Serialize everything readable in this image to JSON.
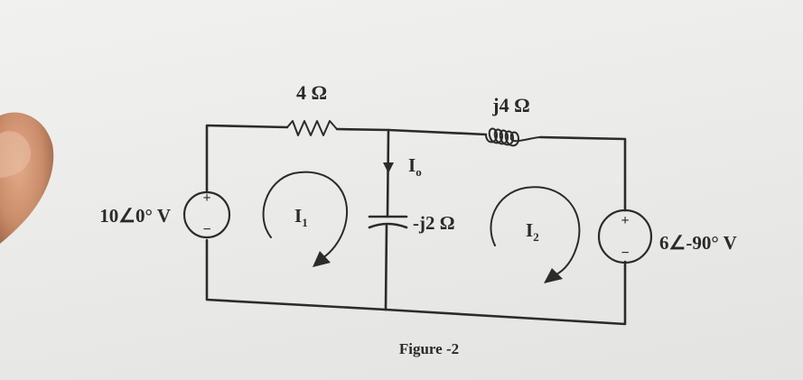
{
  "figure_caption": "Figure -2",
  "components": {
    "resistor": {
      "label": "4 Ω"
    },
    "inductor": {
      "label": "j4 Ω"
    },
    "capacitor": {
      "label": "-j2 Ω"
    },
    "source_left": {
      "label": "10∠0° V",
      "plus": "+",
      "minus": "−"
    },
    "source_right": {
      "label": "6∠-90° V",
      "plus": "+",
      "minus": "−"
    }
  },
  "currents": {
    "branch": {
      "symbol": "I",
      "subscript": "o"
    },
    "mesh1": {
      "symbol": "I",
      "subscript": "1"
    },
    "mesh2": {
      "symbol": "I",
      "subscript": "2"
    }
  },
  "colors": {
    "ink": "#2b2b2b",
    "paper": "#eeeeec",
    "thumb": "#c98c6a"
  }
}
